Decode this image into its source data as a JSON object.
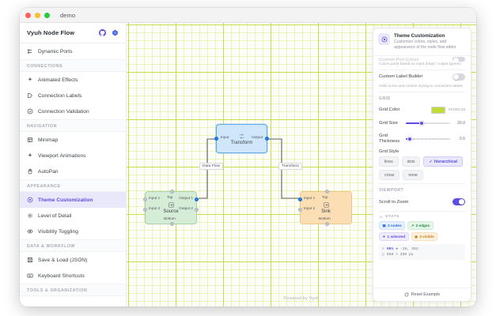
{
  "window": {
    "title": "demo"
  },
  "sidebar": {
    "brand": "Vyuh Node Flow",
    "header_icons": [
      {
        "name": "github-icon"
      },
      {
        "name": "vyuh-logo-icon"
      }
    ],
    "groups": [
      {
        "label": "",
        "items": [
          {
            "label": "Dynamic Ports",
            "icon": "ports-icon",
            "active": false
          }
        ]
      },
      {
        "label": "CONNECTIONS",
        "items": [
          {
            "label": "Animated Effects",
            "icon": "sparkle-icon",
            "active": false
          },
          {
            "label": "Connection Labels",
            "icon": "label-icon",
            "active": false
          },
          {
            "label": "Connection Validation",
            "icon": "check-shield-icon",
            "active": false
          }
        ]
      },
      {
        "label": "NAVIGATION",
        "items": [
          {
            "label": "Minimap",
            "icon": "minimap-icon",
            "active": false
          },
          {
            "label": "Viewport Animations",
            "icon": "sparkle-icon",
            "active": false
          },
          {
            "label": "AutoPan",
            "icon": "hand-icon",
            "active": false
          }
        ]
      },
      {
        "label": "APPEARANCE",
        "items": [
          {
            "label": "Theme Customization",
            "icon": "palette-icon",
            "active": true
          },
          {
            "label": "Level of Detail",
            "icon": "gear-icon",
            "active": false
          },
          {
            "label": "Visibility Toggling",
            "icon": "eye-icon",
            "active": false
          }
        ]
      },
      {
        "label": "DATA & WORKFLOW",
        "items": [
          {
            "label": "Save & Load (JSON)",
            "icon": "save-icon",
            "active": false
          },
          {
            "label": "Keyboard Shortcuts",
            "icon": "keyboard-icon",
            "active": false
          }
        ]
      },
      {
        "label": "TOOLS & ORGANIZATION",
        "items": []
      }
    ]
  },
  "canvas": {
    "watermark": "Powered by Vyuh",
    "nodes": [
      {
        "id": "transform",
        "label": "Transform",
        "icon": "transform-icon",
        "ports": [
          {
            "label": "Input",
            "side": "left",
            "active": true
          },
          {
            "label": "Output",
            "side": "right",
            "active": true
          }
        ]
      },
      {
        "id": "source",
        "label": "Source",
        "icon": "source-icon",
        "ports": [
          {
            "label": "Input 1",
            "side": "left",
            "active": false
          },
          {
            "label": "Input 2",
            "side": "left",
            "active": false
          },
          {
            "label": "Output 1",
            "side": "right",
            "active": true
          },
          {
            "label": "Output 2",
            "side": "right",
            "active": false
          },
          {
            "label": "Top",
            "side": "top",
            "active": false
          },
          {
            "label": "Bottom",
            "side": "bottom",
            "active": false
          }
        ]
      },
      {
        "id": "sink",
        "label": "Sink",
        "icon": "sink-icon",
        "ports": [
          {
            "label": "Input 1",
            "side": "left",
            "active": true
          },
          {
            "label": "Input 2",
            "side": "left",
            "active": false
          },
          {
            "label": "Top",
            "side": "top",
            "active": false
          },
          {
            "label": "Bottom",
            "side": "bottom",
            "active": false
          }
        ]
      }
    ],
    "edges": [
      {
        "label": "Data Flow"
      },
      {
        "label": "Transform"
      }
    ]
  },
  "panel": {
    "title": "Theme Customization",
    "subtitle": "Customize colors, styles, and appearance of the node flow editor",
    "icon": "palette-icon",
    "rows": [
      {
        "label": "Custom Port Colors",
        "toggle": "off",
        "hint": "Colors ports based on input (blue) / output (green)"
      },
      {
        "label": "Custom Label Builder",
        "toggle": "off",
        "hint": "Adds icons and custom styling to connection labels"
      }
    ],
    "grid": {
      "section": "GRID",
      "color_label": "Grid Color",
      "color_hex": "#C0DC39",
      "size_label": "Grid Size",
      "size_value": "20.0",
      "size_pct": 32,
      "thickness_label": "Grid Thickness",
      "thickness_value": "0.5",
      "thickness_pct": 8,
      "style_label": "Grid Style",
      "styles": [
        {
          "label": "lines",
          "selected": false
        },
        {
          "label": "dots",
          "selected": false
        },
        {
          "label": "hierarchical",
          "selected": true
        },
        {
          "label": "cross",
          "selected": false
        },
        {
          "label": "none",
          "selected": false
        }
      ]
    },
    "viewport": {
      "section": "VIEWPORT",
      "scroll_to_zoom_label": "Scroll to Zoom",
      "scroll_to_zoom": "on"
    },
    "stats": {
      "section": "STATS",
      "pills": [
        {
          "label": "3 nodes",
          "tone": "blue",
          "icon": "node-icon"
        },
        {
          "label": "2 edges",
          "tone": "green",
          "icon": "edge-icon"
        },
        {
          "label": "1 selected",
          "tone": "purple",
          "icon": "select-icon"
        },
        {
          "label": "3 visible",
          "tone": "orange",
          "icon": "eye-icon"
        }
      ],
      "zoom": "95%",
      "offset": "-26, 353",
      "size": "650 × 330 px"
    },
    "reset_label": "Reset Example"
  }
}
